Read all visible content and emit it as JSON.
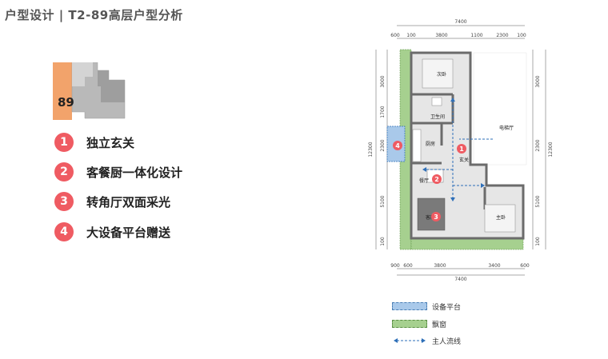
{
  "page": {
    "title": "户型设计 | T2-89高层户型分析"
  },
  "thumbnail": {
    "label": "89",
    "highlight_color": "#f2a36b"
  },
  "features": [
    {
      "num": "1",
      "text": "独立玄关"
    },
    {
      "num": "2",
      "text": "客餐厨一体化设计"
    },
    {
      "num": "3",
      "text": "转角厅双面采光"
    },
    {
      "num": "4",
      "text": "大设备平台赠送"
    }
  ],
  "plan": {
    "top_total": "7400",
    "top_dims": [
      "600",
      "100",
      "3800",
      "1100",
      "2300",
      "100"
    ],
    "bottom_dims_row1": [
      "900",
      "600",
      "3800",
      "3400",
      "600"
    ],
    "bottom_total": "7400",
    "left_total": "12300",
    "left_dims": [
      "3000",
      "1700",
      "2300",
      "5100",
      "100"
    ],
    "right_total": "12300",
    "right_dims": [
      "3000",
      "2300",
      "5100",
      "100"
    ],
    "rooms": {
      "bedroom2": "次卧",
      "bathroom": "卫生间",
      "kitchen": "厨房",
      "dining": "餐厅",
      "living": "客厅",
      "master": "主卧",
      "foyer": "玄关",
      "elevator_hall": "电梯厅"
    },
    "markers": [
      "1",
      "2",
      "3",
      "4"
    ]
  },
  "legend": [
    {
      "label": "设备平台",
      "color": "#a9c9ea"
    },
    {
      "label": "飘窗",
      "color": "#a6d08f"
    },
    {
      "label": "主人流线",
      "color": "#2e6fb8"
    }
  ],
  "colors": {
    "badge": "#ef5b62",
    "wall": "#6b6b6b",
    "floor": "#e6e6e6"
  }
}
